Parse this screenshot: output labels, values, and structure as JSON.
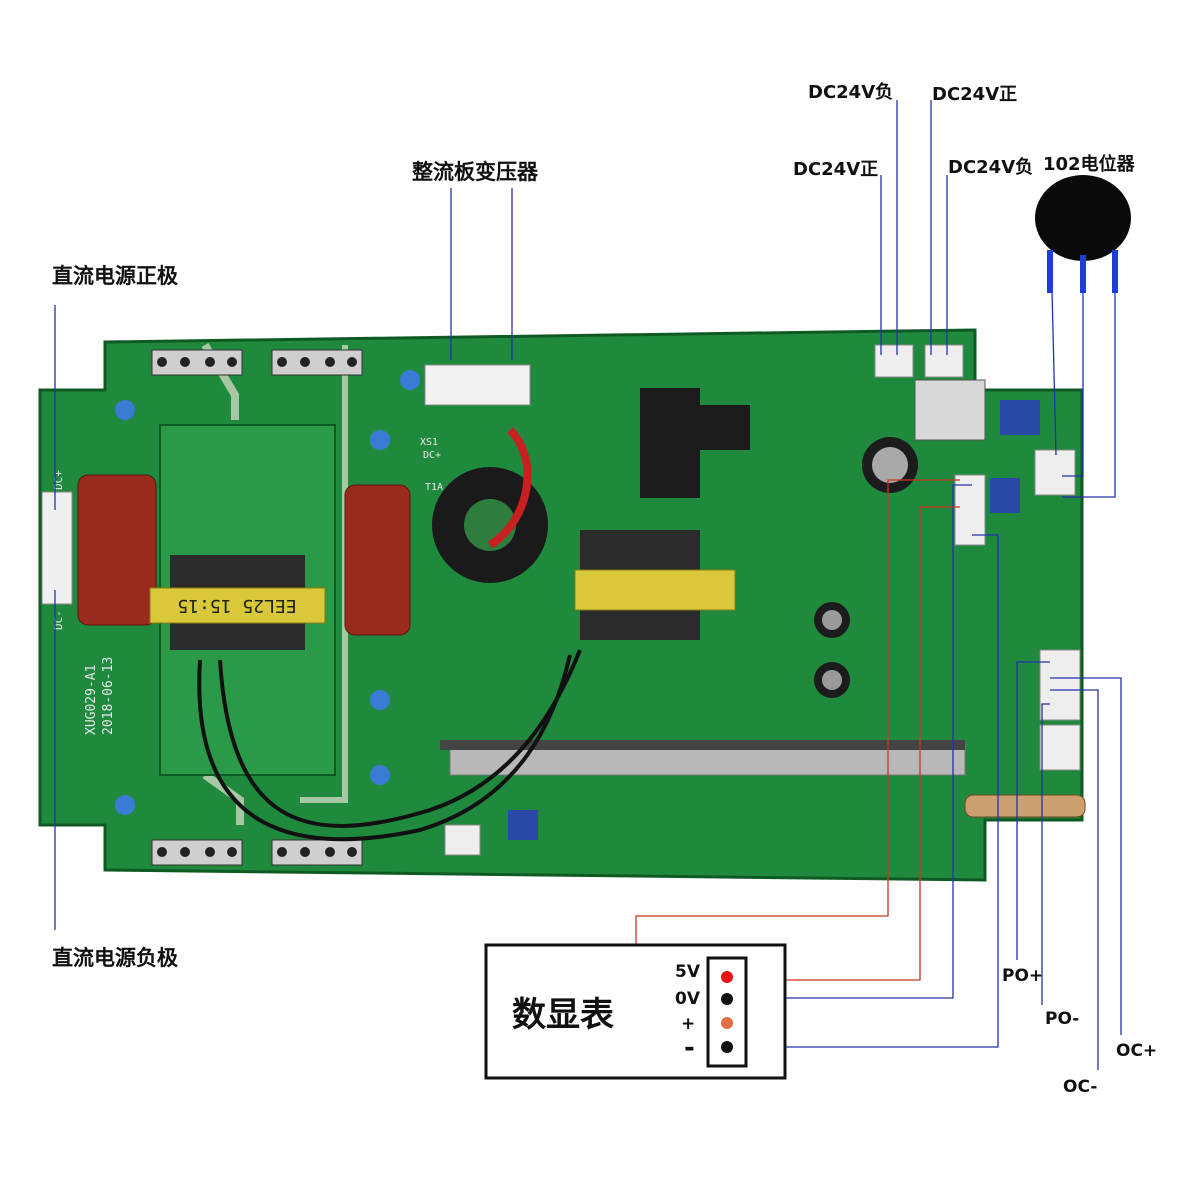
{
  "labels": {
    "dc_pos_main": "直流电源正极",
    "dc_neg_main": "直流电源负极",
    "rectifier_transformer": "整流板变压器",
    "dc24v_neg_top": "DC24V负",
    "dc24v_pos_top": "DC24V正",
    "dc24v_pos_mid": "DC24V正",
    "dc24v_neg_mid": "DC24V负",
    "potentiometer": "102电位器",
    "po_pos": "PO+",
    "po_neg": "PO-",
    "oc_pos": "OC+",
    "oc_neg": "OC-"
  },
  "display_meter": {
    "title": "数显表",
    "pins": [
      "5V",
      "0V",
      "+",
      "-"
    ]
  },
  "board_silkscreen": {
    "transformer_label": "EEL25 15:15",
    "board_id": "XUG029-A1",
    "date": "2018-06-13",
    "dc_plus": "DC+",
    "dc_minus": "DC-",
    "t1a": "T1A",
    "xs1": "XS1",
    "dc_plus_small": "DC+"
  },
  "colors": {
    "pcb_green": "#1f8a3e",
    "pcb_dark": "#136b2c",
    "wire_blue": "#2233aa",
    "wire_red": "#cc3322",
    "capacitor_red": "#9b2a1e",
    "transformer_yellow": "#d9c93a"
  }
}
